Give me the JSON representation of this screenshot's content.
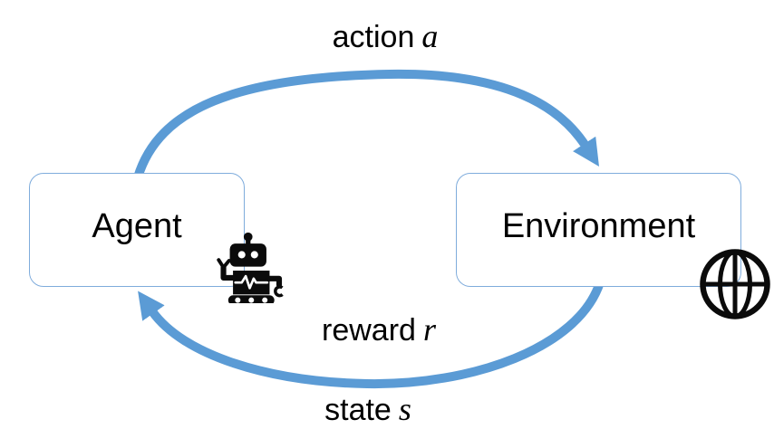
{
  "diagram": {
    "type": "cycle",
    "description": "reinforcement learning agent-environment loop"
  },
  "nodes": {
    "agent": {
      "label": "Agent",
      "icon": "robot-icon"
    },
    "environment": {
      "label": "Environment",
      "icon": "globe-icon"
    }
  },
  "edges": {
    "action": {
      "word": "action",
      "variable": "a",
      "from": "Agent",
      "to": "Environment"
    },
    "reward": {
      "word": "reward",
      "variable": "r",
      "from": "Environment",
      "to": "Agent"
    },
    "state": {
      "word": "state",
      "variable": "s",
      "from": "Environment",
      "to": "Agent"
    }
  },
  "colors": {
    "arrow": "#5B9BD5",
    "box_border": "#7FACDC",
    "text": "#000000",
    "icon": "#0B0B0B",
    "background": "#FFFFFF"
  }
}
